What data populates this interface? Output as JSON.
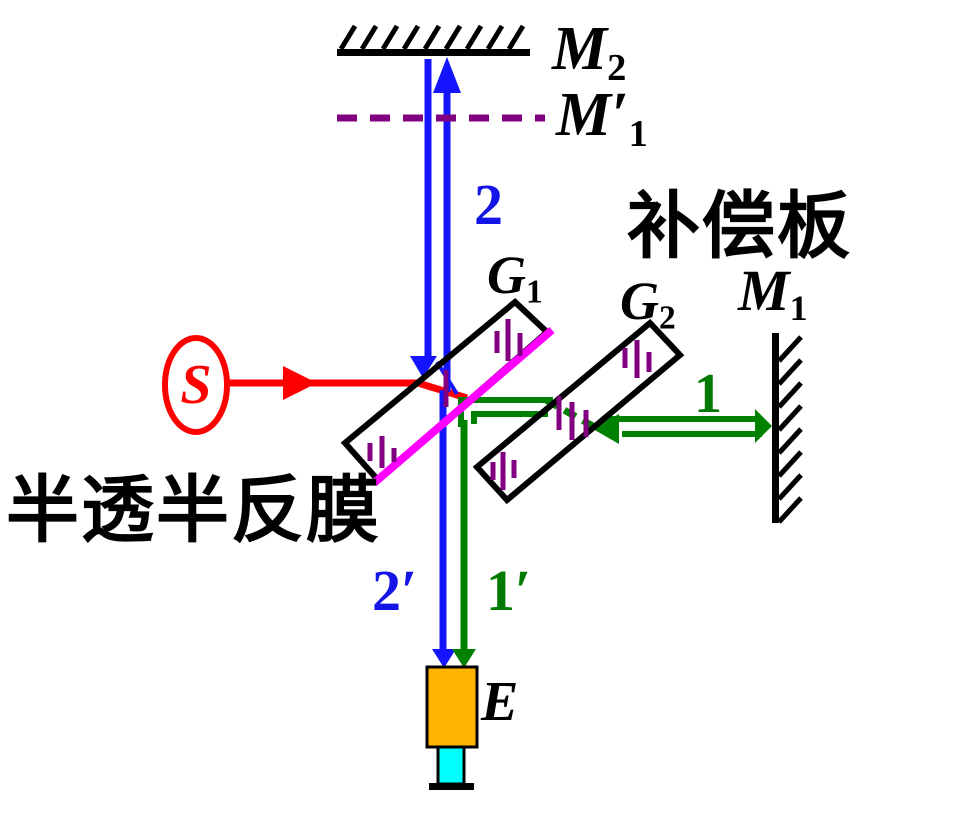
{
  "colors": {
    "red": "#ff0000",
    "blue": "#1414ff",
    "green": "#008000",
    "magenta": "#ff00ff",
    "purple": "#800080",
    "black": "#000000",
    "detector_body_orange": "#ffb400",
    "detector_stem_cyan": "#00ffff"
  },
  "labels": {
    "m2": {
      "main": "M",
      "sub": "2"
    },
    "m1_image": {
      "main": "M′",
      "sub": "1"
    },
    "beam_2": "2",
    "compensator_caption": "补偿板",
    "g1": {
      "main": "G",
      "sub": "1"
    },
    "g2": {
      "main": "G",
      "sub": "2"
    },
    "m1": {
      "main": "M",
      "sub": "1"
    },
    "beam_1": "1",
    "source": "S",
    "splitter_film_caption": "半透半反膜",
    "beam_2_return": "2′",
    "beam_1_return": "1′",
    "detector": "E"
  }
}
